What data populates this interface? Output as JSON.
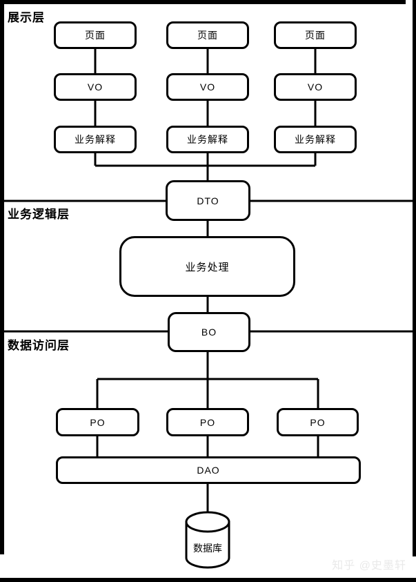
{
  "layers": [
    {
      "id": "presentation",
      "label": "展示层"
    },
    {
      "id": "business-logic",
      "label": "业务逻辑层"
    },
    {
      "id": "data-access",
      "label": "数据访问层"
    }
  ],
  "nodes": [
    {
      "id": "page-1",
      "label": "页面",
      "layer": "presentation"
    },
    {
      "id": "page-2",
      "label": "页面",
      "layer": "presentation"
    },
    {
      "id": "page-3",
      "label": "页面",
      "layer": "presentation"
    },
    {
      "id": "vo-1",
      "label": "VO",
      "layer": "presentation"
    },
    {
      "id": "vo-2",
      "label": "VO",
      "layer": "presentation"
    },
    {
      "id": "vo-3",
      "label": "VO",
      "layer": "presentation"
    },
    {
      "id": "interp-1",
      "label": "业务解释",
      "layer": "presentation"
    },
    {
      "id": "interp-2",
      "label": "业务解释",
      "layer": "presentation"
    },
    {
      "id": "interp-3",
      "label": "业务解释",
      "layer": "presentation"
    },
    {
      "id": "dto",
      "label": "DTO",
      "layer": "presentation/business-logic"
    },
    {
      "id": "process",
      "label": "业务处理",
      "layer": "business-logic"
    },
    {
      "id": "bo",
      "label": "BO",
      "layer": "business-logic/data-access"
    },
    {
      "id": "po-1",
      "label": "PO",
      "layer": "data-access"
    },
    {
      "id": "po-2",
      "label": "PO",
      "layer": "data-access"
    },
    {
      "id": "po-3",
      "label": "PO",
      "layer": "data-access"
    },
    {
      "id": "dao",
      "label": "DAO",
      "layer": "data-access"
    },
    {
      "id": "database",
      "label": "数据库",
      "layer": "data-access"
    }
  ],
  "edges": [
    {
      "from": "page-1",
      "to": "vo-1"
    },
    {
      "from": "page-2",
      "to": "vo-2"
    },
    {
      "from": "page-3",
      "to": "vo-3"
    },
    {
      "from": "vo-1",
      "to": "interp-1"
    },
    {
      "from": "vo-2",
      "to": "interp-2"
    },
    {
      "from": "vo-3",
      "to": "interp-3"
    },
    {
      "from": "interp-1",
      "to": "dto"
    },
    {
      "from": "interp-2",
      "to": "dto"
    },
    {
      "from": "interp-3",
      "to": "dto"
    },
    {
      "from": "dto",
      "to": "process"
    },
    {
      "from": "process",
      "to": "bo"
    },
    {
      "from": "bo",
      "to": "po-1"
    },
    {
      "from": "bo",
      "to": "po-2"
    },
    {
      "from": "bo",
      "to": "po-3"
    },
    {
      "from": "po-1",
      "to": "dao"
    },
    {
      "from": "po-2",
      "to": "dao"
    },
    {
      "from": "po-3",
      "to": "dao"
    },
    {
      "from": "dao",
      "to": "database"
    }
  ],
  "watermark": {
    "text": "知乎 @史墨轩"
  },
  "colors": {
    "stroke": "#000000",
    "background": "#ffffff",
    "watermark": "#e9e9e9"
  }
}
